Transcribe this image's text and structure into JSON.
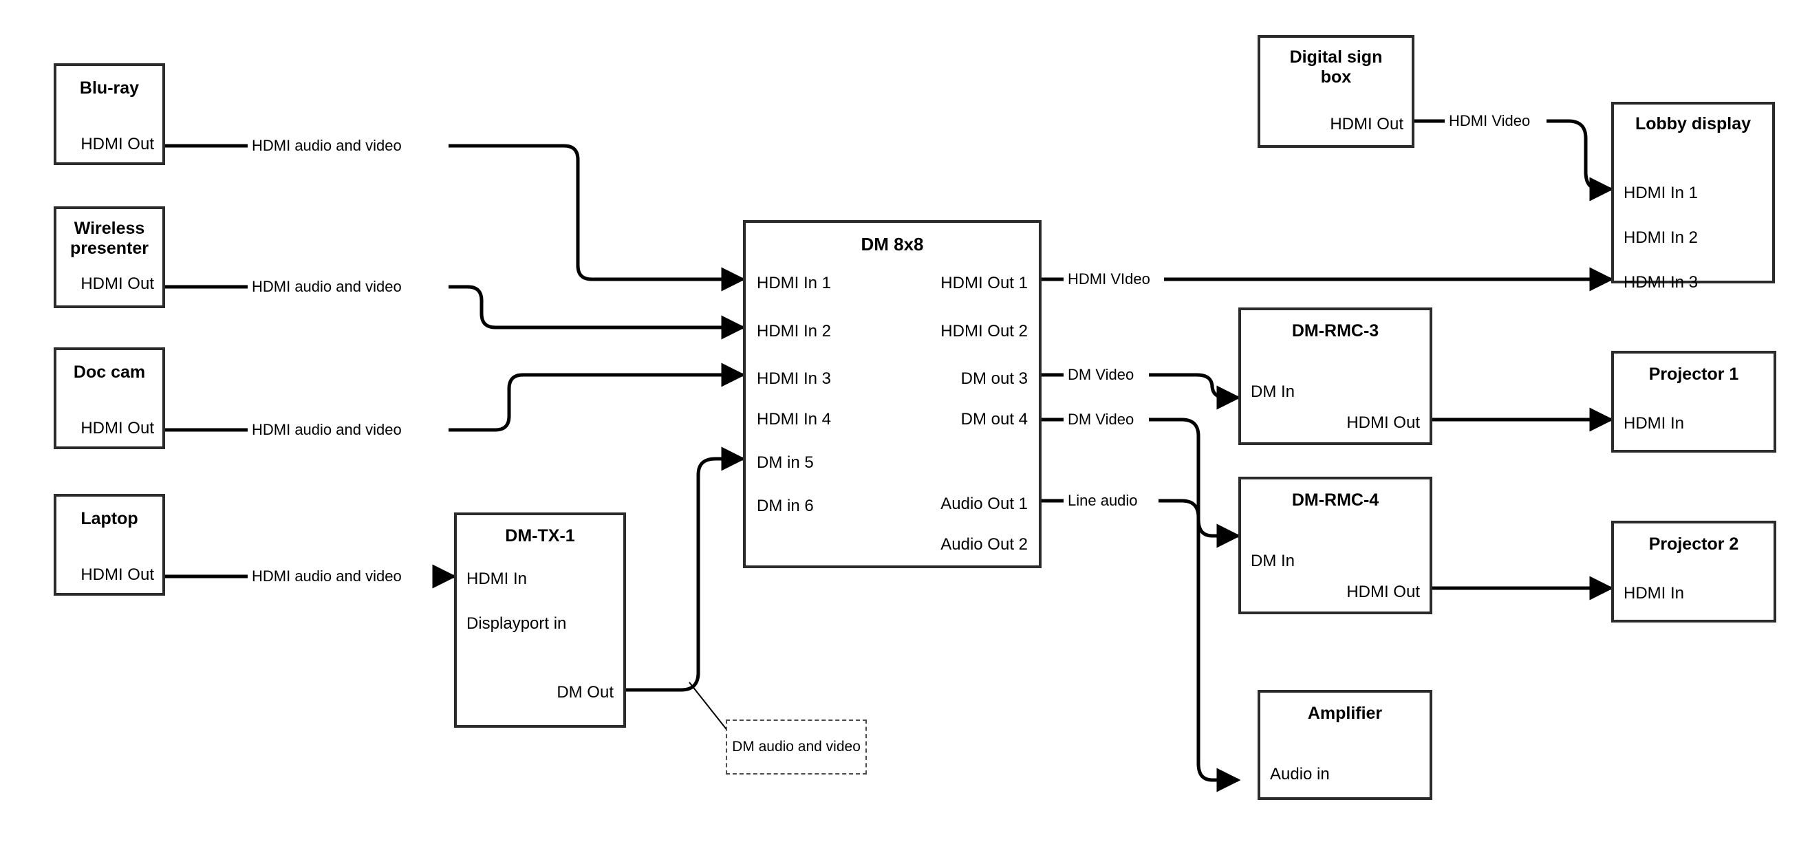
{
  "diagram": {
    "title": "AV signal routing diagram",
    "stroke_color": "#2b2b2b",
    "line_color": "#000000",
    "background": "#ffffff"
  },
  "nodes": [
    {
      "id": "bluray",
      "title": "Blu-ray",
      "ports_left": [],
      "ports_right": [
        "HDMI Out"
      ]
    },
    {
      "id": "wireless",
      "title": "Wireless presenter",
      "ports_left": [],
      "ports_right": [
        "HDMI Out"
      ]
    },
    {
      "id": "doccam",
      "title": "Doc cam",
      "ports_left": [],
      "ports_right": [
        "HDMI Out"
      ]
    },
    {
      "id": "laptop",
      "title": "Laptop",
      "ports_left": [],
      "ports_right": [
        "HDMI Out"
      ]
    },
    {
      "id": "dmtx1",
      "title": "DM-TX-1",
      "ports_left": [
        "HDMI In",
        "Displayport in"
      ],
      "ports_right": [
        "DM Out"
      ]
    },
    {
      "id": "dm8x8",
      "title": "DM 8x8",
      "ports_left": [
        "HDMI In 1",
        "HDMI In 2",
        "HDMI In 3",
        "HDMI In 4",
        "DM in 5",
        "DM in 6"
      ],
      "ports_right": [
        "HDMI Out 1",
        "HDMI Out 2",
        "DM out 3",
        "DM out 4",
        "Audio Out 1",
        "Audio Out 2"
      ]
    },
    {
      "id": "signbox",
      "title": "Digital sign box",
      "ports_left": [],
      "ports_right": [
        "HDMI Out"
      ]
    },
    {
      "id": "lobby",
      "title": "Lobby display",
      "ports_left": [
        "HDMI In 1",
        "HDMI In 2",
        "HDMI In 3"
      ],
      "ports_right": []
    },
    {
      "id": "rmc3",
      "title": "DM-RMC-3",
      "ports_left": [
        "DM In"
      ],
      "ports_right": [
        "HDMI Out"
      ]
    },
    {
      "id": "rmc4",
      "title": "DM-RMC-4",
      "ports_left": [
        "DM In"
      ],
      "ports_right": [
        "HDMI Out"
      ]
    },
    {
      "id": "proj1",
      "title": "Projector 1",
      "ports_left": [
        "HDMI In"
      ],
      "ports_right": []
    },
    {
      "id": "proj2",
      "title": "Projector 2",
      "ports_left": [
        "HDMI In"
      ],
      "ports_right": []
    },
    {
      "id": "amp",
      "title": "Amplifier",
      "ports_left": [
        "Audio in"
      ],
      "ports_right": []
    }
  ],
  "edge_labels": {
    "bluray_to_dm": "HDMI audio and video",
    "wireless_to_dm": "HDMI audio and video",
    "doccam_to_dm": "HDMI audio and video",
    "laptop_to_tx": "HDMI audio and video",
    "signbox_to_lobby": "HDMI Video",
    "dm_out1_to_lobby": "HDMI VIdeo",
    "dm_out3_to_rmc3": "DM Video",
    "dm_out4_to_rmc4": "DM Video",
    "dm_audio1_to_amp": "Line audio"
  },
  "callout": {
    "text": "DM audio and video"
  }
}
